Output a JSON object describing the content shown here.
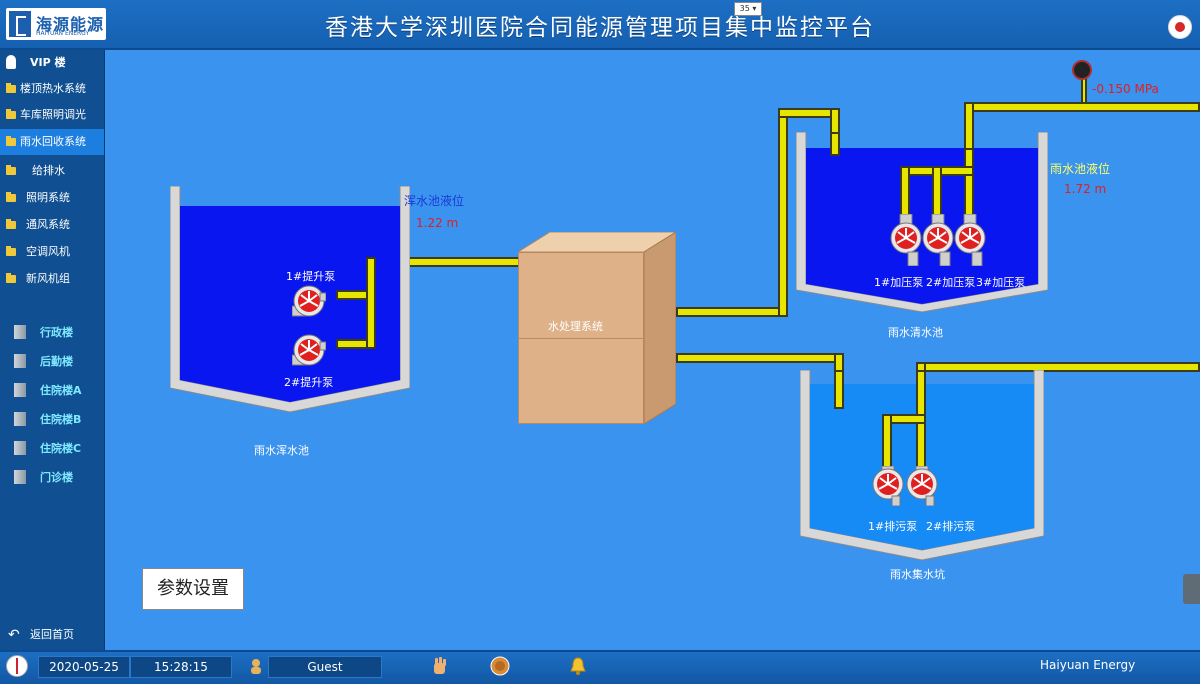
{
  "header": {
    "title": "香港大学深圳医院合同能源管理项目集中监控平台",
    "logo_text": "海源能源",
    "logo_sub": "HAIYUAN ENERGY",
    "mini_select": "35 ▾"
  },
  "sidebar": {
    "vip": "VIP 楼",
    "items": [
      {
        "label": "楼顶热水系统"
      },
      {
        "label": "车库照明调光"
      },
      {
        "label": "雨水回收系统"
      },
      {
        "label": "给排水"
      },
      {
        "label": "照明系统"
      },
      {
        "label": "通风系统"
      },
      {
        "label": "空调风机"
      },
      {
        "label": "新风机组"
      }
    ],
    "buildings": [
      {
        "label": "行政楼"
      },
      {
        "label": "后勤楼"
      },
      {
        "label": "住院楼A"
      },
      {
        "label": "住院楼B"
      },
      {
        "label": "住院楼C"
      },
      {
        "label": "门诊楼"
      }
    ],
    "back": "返回首页"
  },
  "scene": {
    "muddy_tank_level_label": "浑水池液位",
    "muddy_tank_level_value": "1.22  m",
    "lift_pump_1": "1#提升泵",
    "lift_pump_2": "2#提升泵",
    "muddy_tank_name": "雨水浑水池",
    "treatment_system": "水处理系统",
    "pressure_value": "-0.150 MPa",
    "clear_tank_level_label": "雨水池液位",
    "clear_tank_level_value": "1.72     m",
    "booster_pump_1": "1#加压泵",
    "booster_pump_2": "2#加压泵",
    "booster_pump_3": "3#加压泵",
    "clear_tank_name": "雨水清水池",
    "sewage_pump_1": "1#排污泵",
    "sewage_pump_2": "2#排污泵",
    "collection_pit_name": "雨水集水坑",
    "param_button": "参数设置"
  },
  "footer": {
    "date": "2020-05-25",
    "time": "15:28:15",
    "user": "Guest",
    "company": "Haiyuan Energy"
  },
  "colors": {
    "background": "#3a93ee",
    "deep_water": "#0a16f0",
    "light_water": "#168af5",
    "pipe": "#e6e600",
    "pump_red": "#e02020"
  }
}
